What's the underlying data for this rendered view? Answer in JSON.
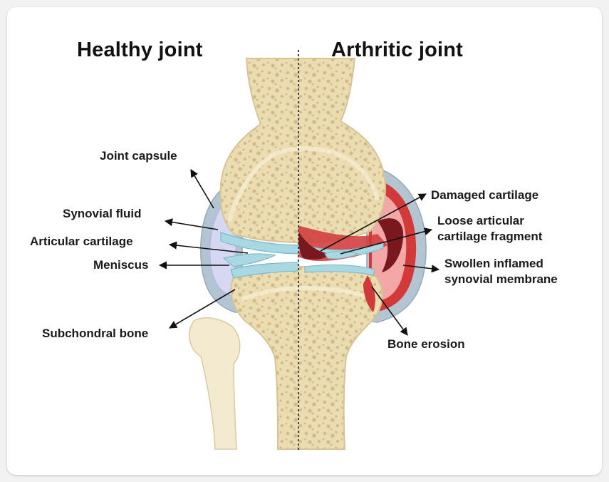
{
  "titles": {
    "healthy": "Healthy joint",
    "arthritic": "Arthritic joint"
  },
  "labels": {
    "joint_capsule": "Joint capsule",
    "synovial_fluid": "Synovial fluid",
    "articular_cartilage": "Articular cartilage",
    "meniscus": "Meniscus",
    "subchondral_bone": "Subchondral bone",
    "damaged_cartilage": "Damaged cartilage",
    "loose_fragment": "Loose articular\ncartilage fragment",
    "swollen_membrane": "Swollen inflamed\nsynovial membrane",
    "bone_erosion": "Bone erosion"
  },
  "colors": {
    "bone": "#ecdcb2",
    "bone_spots": "#d2bb8a",
    "capsule": "#b3c4d2",
    "fluid": "#d6d8f2",
    "cartilage": "#a8d8e2",
    "inflamed_red": "#d23a3a",
    "inflamed_pink": "#f3a7a7",
    "dark_erosion": "#7a1820"
  }
}
